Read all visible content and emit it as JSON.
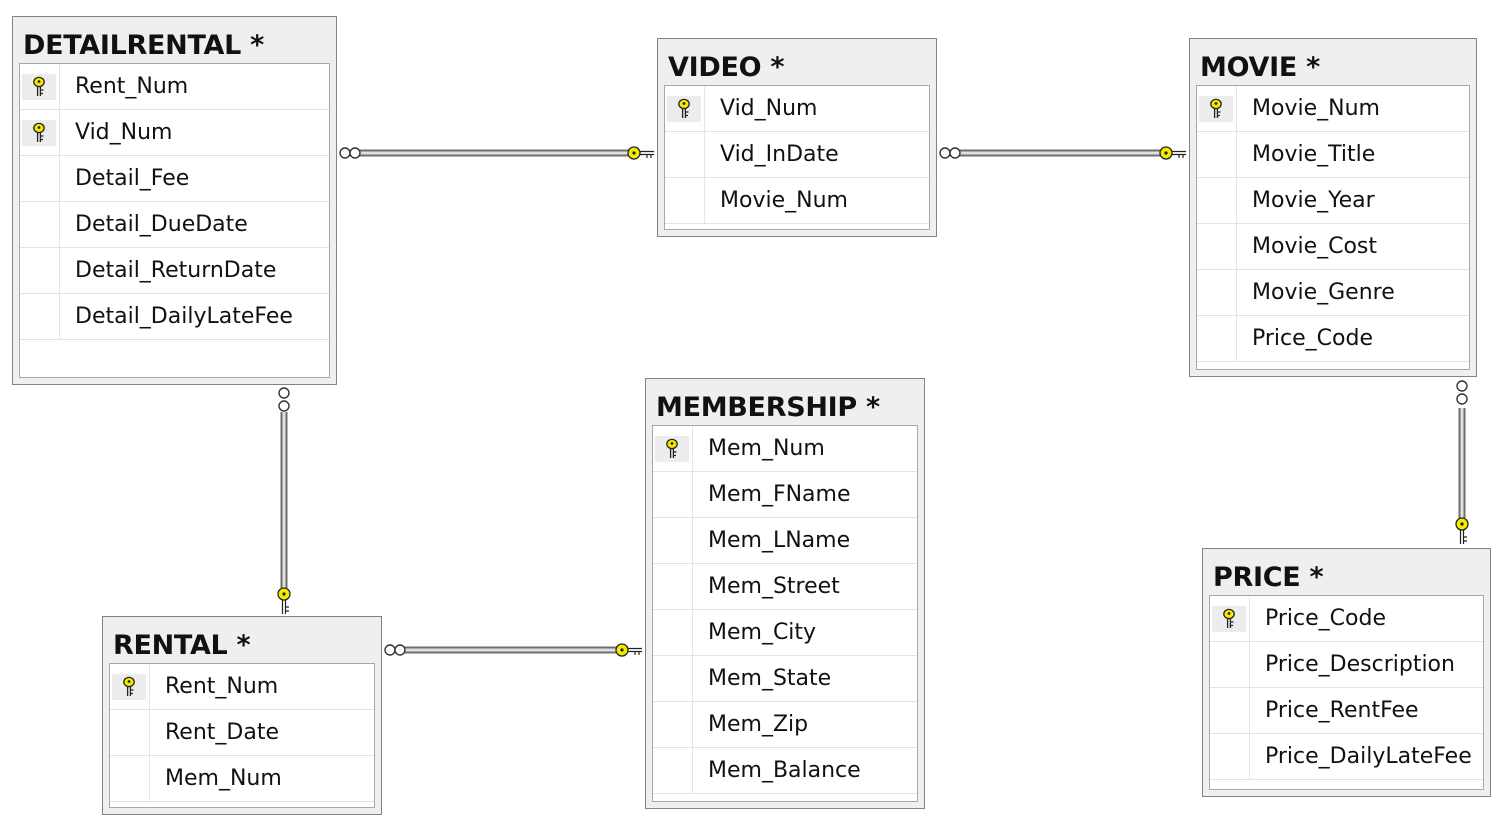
{
  "tables": {
    "detailrental": {
      "name": "DETAILRENTAL *",
      "columns": [
        "Rent_Num",
        "Vid_Num",
        "Detail_Fee",
        "Detail_DueDate",
        "Detail_ReturnDate",
        "Detail_DailyLateFee"
      ]
    },
    "video": {
      "name": "VIDEO *",
      "columns": [
        "Vid_Num",
        "Vid_InDate",
        "Movie_Num"
      ]
    },
    "movie": {
      "name": "MOVIE *",
      "columns": [
        "Movie_Num",
        "Movie_Title",
        "Movie_Year",
        "Movie_Cost",
        "Movie_Genre",
        "Price_Code"
      ]
    },
    "membership": {
      "name": "MEMBERSHIP *",
      "columns": [
        "Mem_Num",
        "Mem_FName",
        "Mem_LName",
        "Mem_Street",
        "Mem_City",
        "Mem_State",
        "Mem_Zip",
        "Mem_Balance"
      ]
    },
    "rental": {
      "name": "RENTAL *",
      "columns": [
        "Rent_Num",
        "Rent_Date",
        "Mem_Num"
      ]
    },
    "price": {
      "name": "PRICE *",
      "columns": [
        "Price_Code",
        "Price_Description",
        "Price_RentFee",
        "Price_DailyLateFee"
      ]
    }
  },
  "colors": {
    "key": "#f3ea00",
    "connector": "#6e6e6e"
  }
}
